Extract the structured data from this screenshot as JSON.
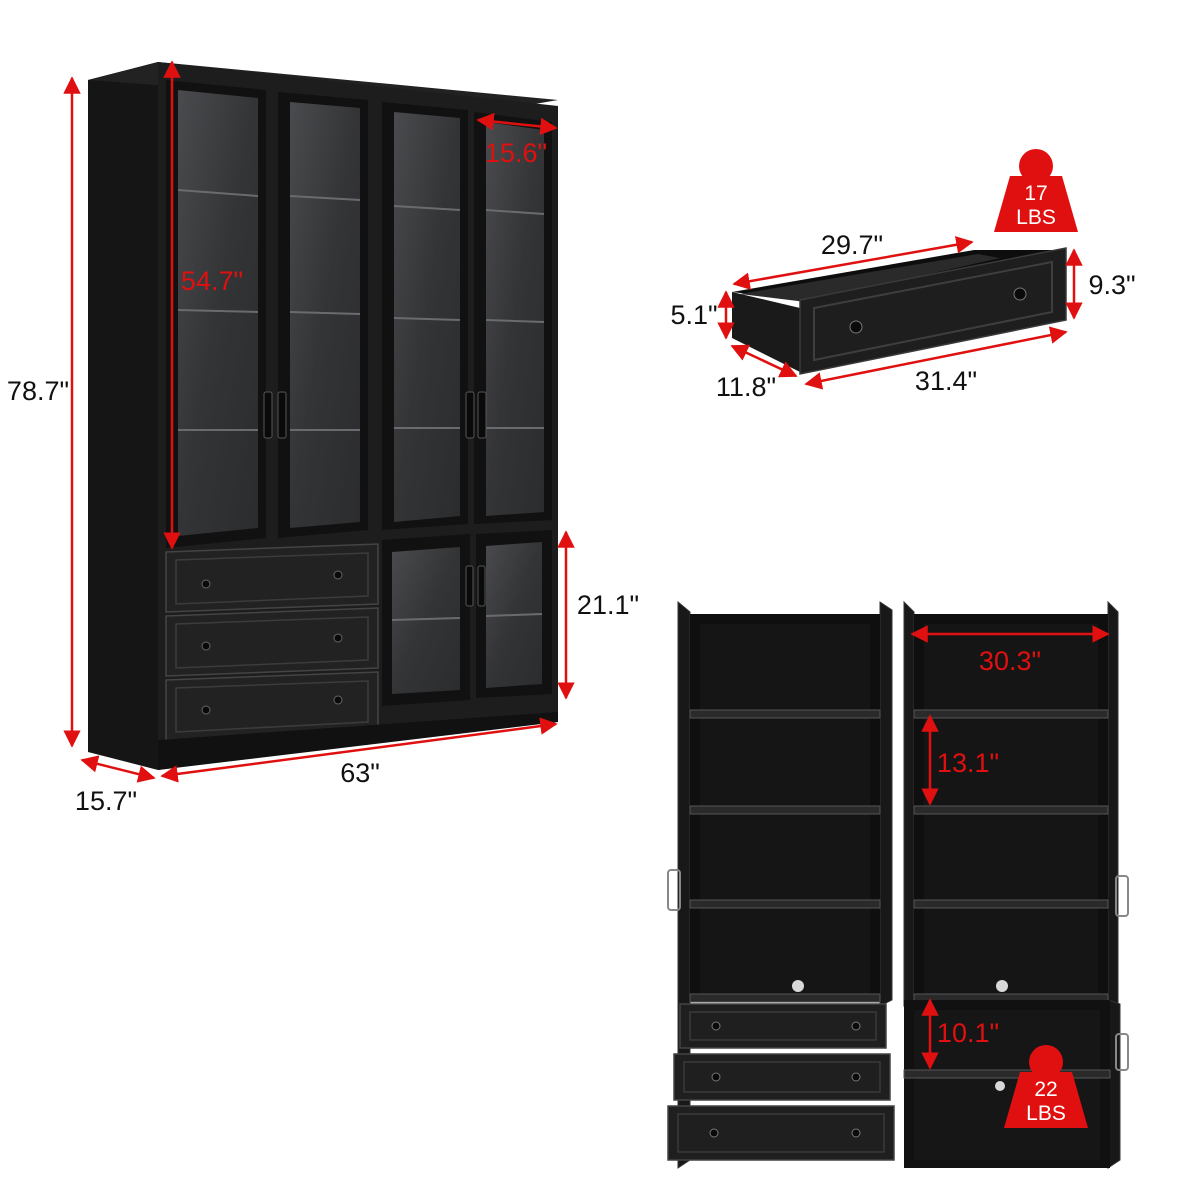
{
  "colors": {
    "accent": "#e01010",
    "cabinet": "#1b1b1b",
    "glass": "#3a3b3d",
    "text": "#111111",
    "background": "#ffffff"
  },
  "cabinet_front": {
    "height": "78.7\"",
    "width": "63\"",
    "depth": "15.7\"",
    "door_width": "15.6\"",
    "upper_door_height": "54.7\"",
    "lower_door_height": "21.1\""
  },
  "drawer": {
    "inner_length": "29.7\"",
    "outer_length": "31.4\"",
    "depth": "11.8\"",
    "inner_height": "5.1\"",
    "front_height": "9.3\"",
    "weight_value": "17",
    "weight_unit": "LBS"
  },
  "cabinet_open": {
    "inner_width": "30.3\"",
    "shelf_spacing_upper": "13.1\"",
    "shelf_spacing_lower": "10.1\"",
    "weight_value": "22",
    "weight_unit": "LBS"
  }
}
